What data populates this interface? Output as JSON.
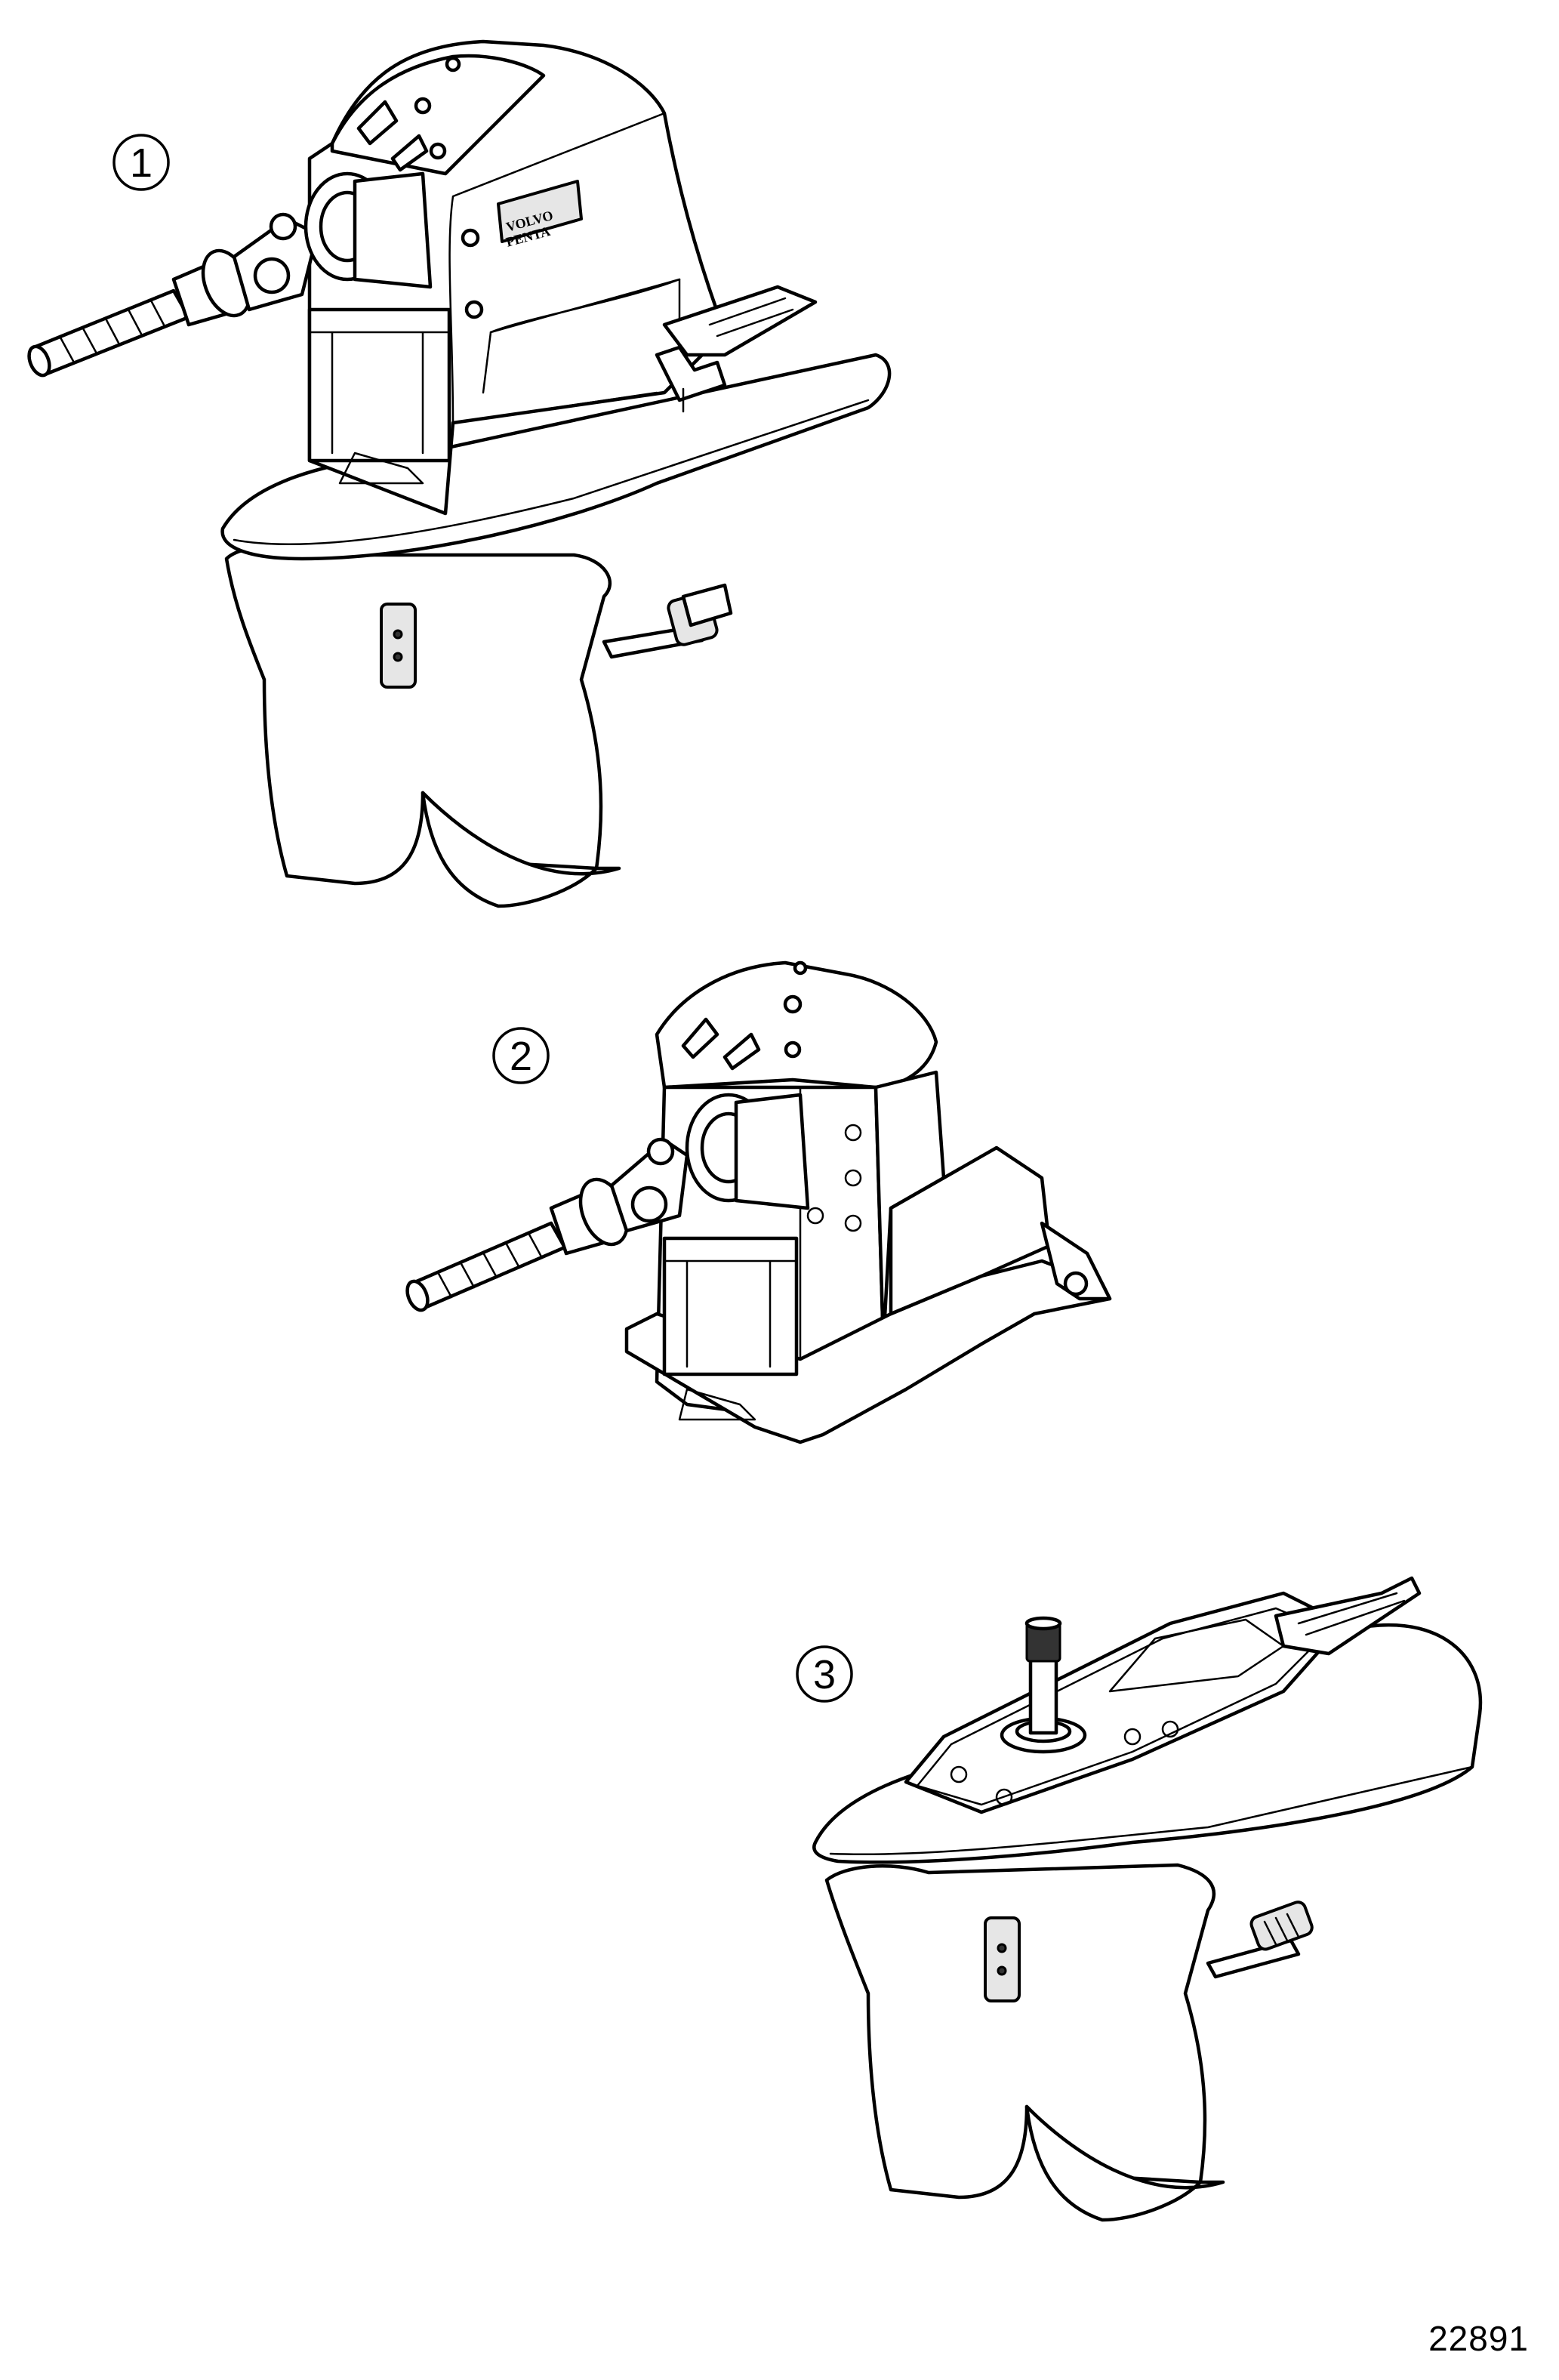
{
  "figure_id": "22891",
  "callouts": [
    {
      "label": "1"
    },
    {
      "label": "2"
    },
    {
      "label": "3"
    }
  ],
  "logo_text": "VOLVO PENTA"
}
